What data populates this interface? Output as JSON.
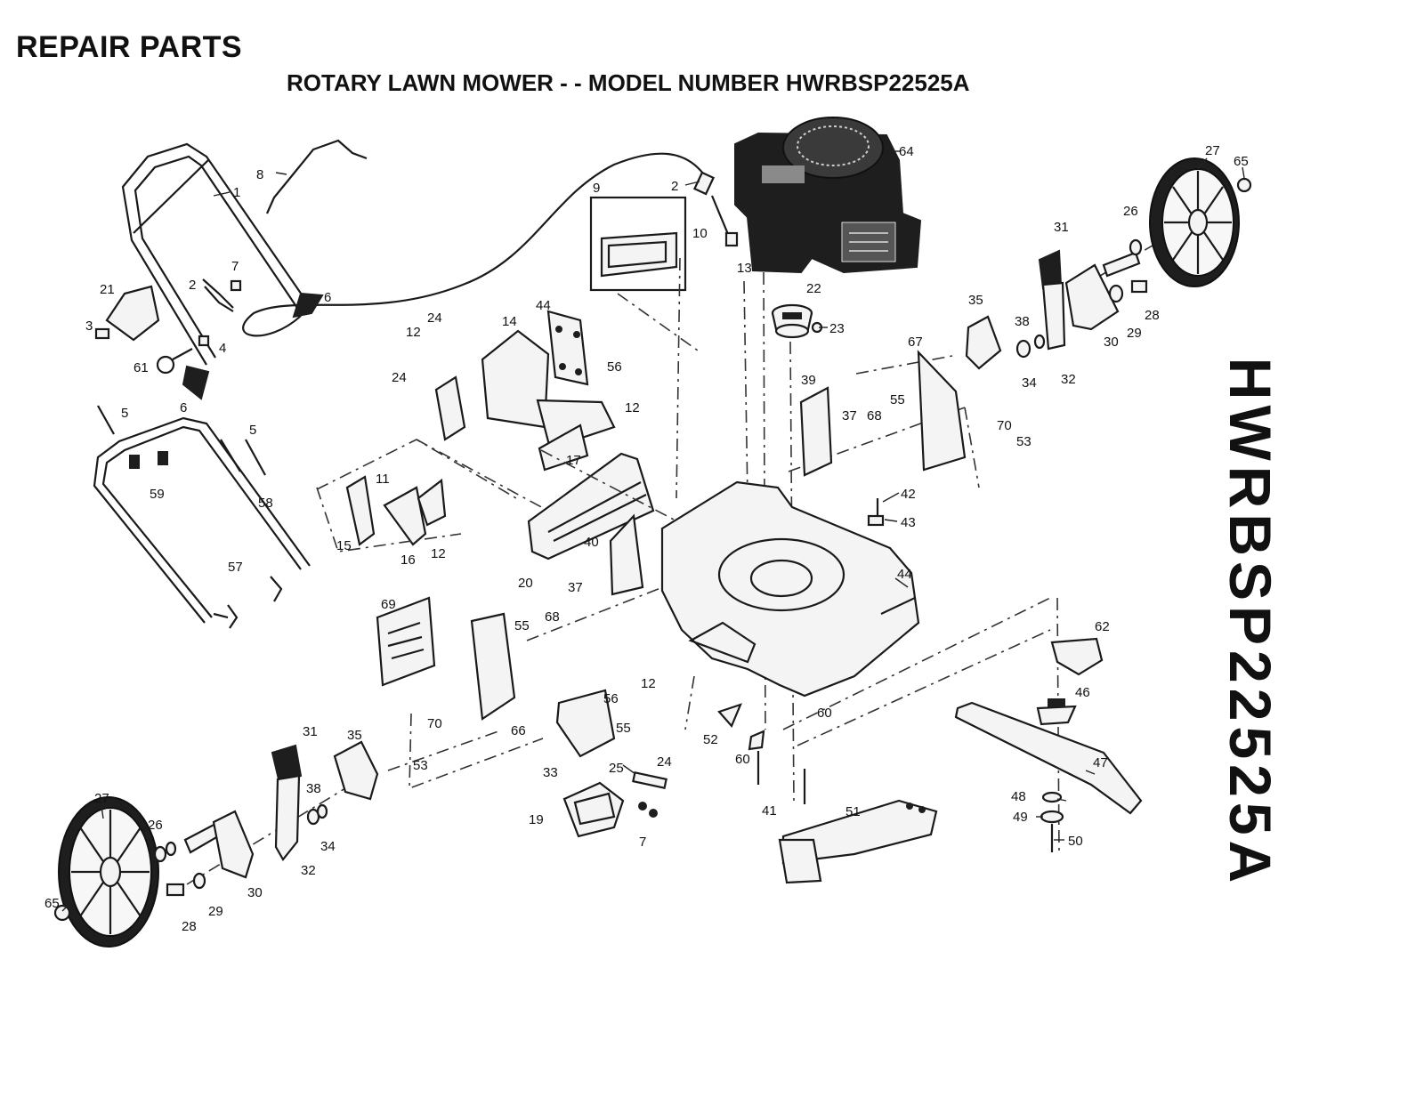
{
  "header": {
    "repair_title": "REPAIR PARTS",
    "diagram_title": "ROTARY LAWN MOWER - - MODEL NUMBER HWRBSP22525A"
  },
  "side_label": "HWRBSP22525A",
  "callouts": [
    {
      "id": "c1",
      "text": "1"
    },
    {
      "id": "c2a",
      "text": "2"
    },
    {
      "id": "c2b",
      "text": "2"
    },
    {
      "id": "c3",
      "text": "3"
    },
    {
      "id": "c4",
      "text": "4"
    },
    {
      "id": "c5a",
      "text": "5"
    },
    {
      "id": "c5b",
      "text": "5"
    },
    {
      "id": "c6a",
      "text": "6"
    },
    {
      "id": "c6b",
      "text": "6"
    },
    {
      "id": "c7a",
      "text": "7"
    },
    {
      "id": "c7b",
      "text": "7"
    },
    {
      "id": "c8",
      "text": "8"
    },
    {
      "id": "c9",
      "text": "9"
    },
    {
      "id": "c10",
      "text": "10"
    },
    {
      "id": "c11",
      "text": "11"
    },
    {
      "id": "c12a",
      "text": "12"
    },
    {
      "id": "c12b",
      "text": "12"
    },
    {
      "id": "c12c",
      "text": "12"
    },
    {
      "id": "c12d",
      "text": "12"
    },
    {
      "id": "c13",
      "text": "13"
    },
    {
      "id": "c14",
      "text": "14"
    },
    {
      "id": "c15",
      "text": "15"
    },
    {
      "id": "c16",
      "text": "16"
    },
    {
      "id": "c17",
      "text": "17"
    },
    {
      "id": "c19",
      "text": "19"
    },
    {
      "id": "c20",
      "text": "20"
    },
    {
      "id": "c21",
      "text": "21"
    },
    {
      "id": "c22",
      "text": "22"
    },
    {
      "id": "c23",
      "text": "23"
    },
    {
      "id": "c24a",
      "text": "24"
    },
    {
      "id": "c24b",
      "text": "24"
    },
    {
      "id": "c24c",
      "text": "24"
    },
    {
      "id": "c25",
      "text": "25"
    },
    {
      "id": "c26a",
      "text": "26"
    },
    {
      "id": "c26b",
      "text": "26"
    },
    {
      "id": "c27a",
      "text": "27"
    },
    {
      "id": "c27b",
      "text": "27"
    },
    {
      "id": "c28a",
      "text": "28"
    },
    {
      "id": "c28b",
      "text": "28"
    },
    {
      "id": "c29a",
      "text": "29"
    },
    {
      "id": "c29b",
      "text": "29"
    },
    {
      "id": "c30a",
      "text": "30"
    },
    {
      "id": "c30b",
      "text": "30"
    },
    {
      "id": "c31a",
      "text": "31"
    },
    {
      "id": "c31b",
      "text": "31"
    },
    {
      "id": "c32a",
      "text": "32"
    },
    {
      "id": "c32b",
      "text": "32"
    },
    {
      "id": "c33",
      "text": "33"
    },
    {
      "id": "c34a",
      "text": "34"
    },
    {
      "id": "c34b",
      "text": "34"
    },
    {
      "id": "c35a",
      "text": "35"
    },
    {
      "id": "c35b",
      "text": "35"
    },
    {
      "id": "c37a",
      "text": "37"
    },
    {
      "id": "c37b",
      "text": "37"
    },
    {
      "id": "c38a",
      "text": "38"
    },
    {
      "id": "c38b",
      "text": "38"
    },
    {
      "id": "c39",
      "text": "39"
    },
    {
      "id": "c40",
      "text": "40"
    },
    {
      "id": "c41",
      "text": "41"
    },
    {
      "id": "c42",
      "text": "42"
    },
    {
      "id": "c43",
      "text": "43"
    },
    {
      "id": "c44a",
      "text": "44"
    },
    {
      "id": "c44b",
      "text": "44"
    },
    {
      "id": "c46",
      "text": "46"
    },
    {
      "id": "c47",
      "text": "47"
    },
    {
      "id": "c48",
      "text": "48"
    },
    {
      "id": "c49",
      "text": "49"
    },
    {
      "id": "c50",
      "text": "50"
    },
    {
      "id": "c51",
      "text": "51"
    },
    {
      "id": "c52",
      "text": "52"
    },
    {
      "id": "c53a",
      "text": "53"
    },
    {
      "id": "c53b",
      "text": "53"
    },
    {
      "id": "c55a",
      "text": "55"
    },
    {
      "id": "c55b",
      "text": "55"
    },
    {
      "id": "c55c",
      "text": "55"
    },
    {
      "id": "c56a",
      "text": "56"
    },
    {
      "id": "c56b",
      "text": "56"
    },
    {
      "id": "c57",
      "text": "57"
    },
    {
      "id": "c58",
      "text": "58"
    },
    {
      "id": "c59",
      "text": "59"
    },
    {
      "id": "c60a",
      "text": "60"
    },
    {
      "id": "c60b",
      "text": "60"
    },
    {
      "id": "c61",
      "text": "61"
    },
    {
      "id": "c62",
      "text": "62"
    },
    {
      "id": "c64",
      "text": "64"
    },
    {
      "id": "c65a",
      "text": "65"
    },
    {
      "id": "c65b",
      "text": "65"
    },
    {
      "id": "c66",
      "text": "66"
    },
    {
      "id": "c67",
      "text": "67"
    },
    {
      "id": "c68a",
      "text": "68"
    },
    {
      "id": "c68b",
      "text": "68"
    },
    {
      "id": "c69",
      "text": "69"
    },
    {
      "id": "c70a",
      "text": "70"
    },
    {
      "id": "c70b",
      "text": "70"
    }
  ]
}
